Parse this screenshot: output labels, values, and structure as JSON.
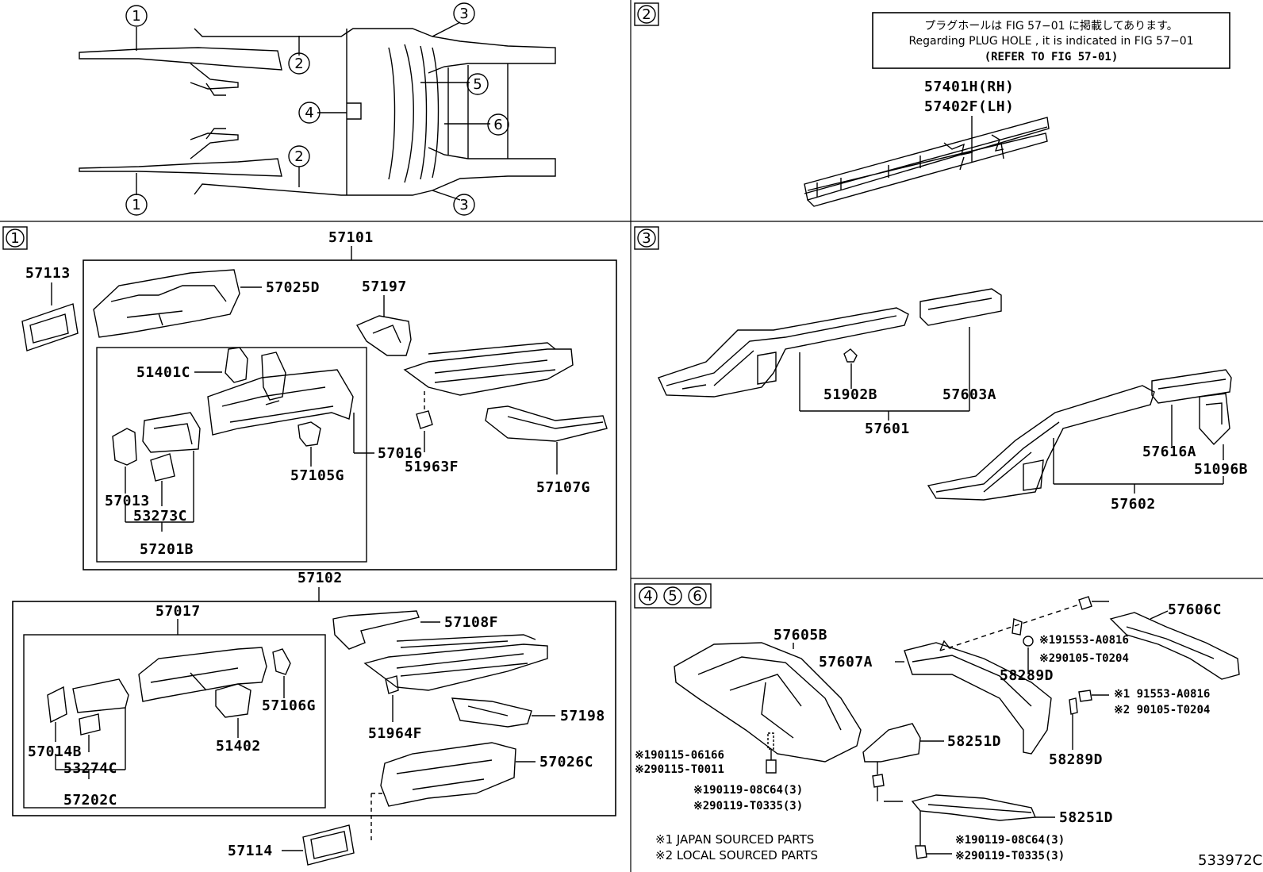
{
  "markers": {
    "m1": "1",
    "m2": "2",
    "m3": "3",
    "m4": "4",
    "m5": "5",
    "m6": "6"
  },
  "note": {
    "line1": "プラグホールは FIG  57−01 に掲載してあります。",
    "line2": "Regarding  PLUG  HOLE , it is indicated in FIG  57−01",
    "line3": "(REFER TO FIG 57-01)"
  },
  "labels": {
    "p57401H": "57401H(RH)",
    "p57402F": "57402F(LH)",
    "p57101": "57101",
    "p57113": "57113",
    "p57025D": "57025D",
    "p57197": "57197",
    "p51401C": "51401C",
    "p57016": "57016",
    "p51963F": "51963F",
    "p57105G": "57105G",
    "p57013": "57013",
    "p53273C": "53273C",
    "p57201B": "57201B",
    "p57107G": "57107G",
    "p57102": "57102",
    "p57017": "57017",
    "p57108F": "57108F",
    "p57106G": "57106G",
    "p51964F": "51964F",
    "p57198": "57198",
    "p57014B": "57014B",
    "p53274C": "53274C",
    "p51402": "51402",
    "p57202C": "57202C",
    "p57026C": "57026C",
    "p57114": "57114",
    "p51902B": "51902B",
    "p57603A": "57603A",
    "p57601": "57601",
    "p57616A": "57616A",
    "p51096B": "51096B",
    "p57602": "57602",
    "p57606C": "57606C",
    "p57605B": "57605B",
    "p57607A": "57607A",
    "p191553": "※191553-A0816",
    "p290105": "※290105-T0204",
    "p58289D_a": "58289D",
    "p191553b": "※1 91553-A0816",
    "p290105b": "※2 90105-T0204",
    "p58289D_b": "58289D",
    "p58251D_a": "58251D",
    "p58251D_b": "58251D",
    "p190115": "※190115-06166",
    "p290115": "※290115-T0011",
    "p190119a": "※190119-08C64(3)",
    "p290119a": "※290119-T0335(3)",
    "p190119b": "※190119-08C64(3)",
    "p290119b": "※290119-T0335(3)",
    "legend1": "※1 JAPAN SOURCED PARTS",
    "legend2": "※2 LOCAL SOURCED PARTS",
    "figcode": "533972C"
  }
}
